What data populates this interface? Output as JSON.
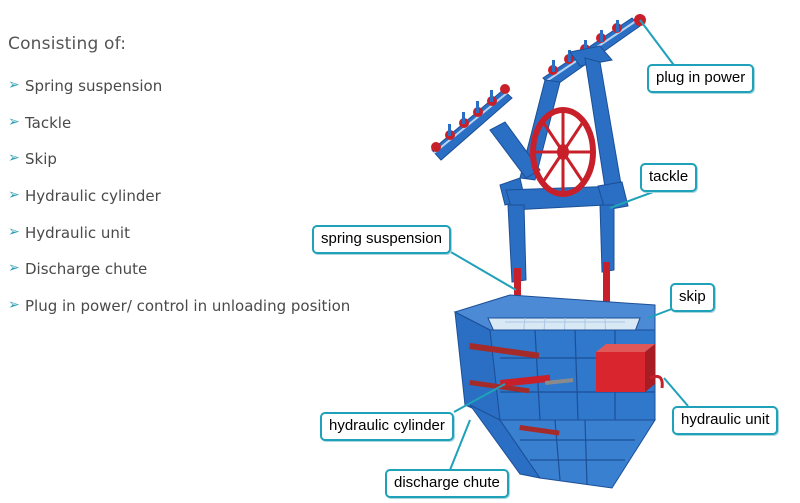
{
  "intro": {
    "heading": "Consisting of:",
    "items": [
      "Spring suspension",
      "Tackle",
      "Skip",
      "Hydraulic cylinder",
      "Hydraulic unit",
      "Discharge chute",
      "Plug in power/ control in unloading position"
    ]
  },
  "callouts": {
    "plug_in_power": "plug in power",
    "tackle": "tackle",
    "spring_suspension": "spring suspension",
    "skip": "skip",
    "hydraulic_cylinder": "hydraulic cylinder",
    "hydraulic_unit": "hydraulic unit",
    "discharge_chute": "discharge chute"
  },
  "colors": {
    "machine_blue": "#2a6fc4",
    "machine_dark": "#1c4f96",
    "accent_red": "#c8202a",
    "leader_teal": "#1fa1b9",
    "bullet_teal": "#2f9fb6"
  }
}
